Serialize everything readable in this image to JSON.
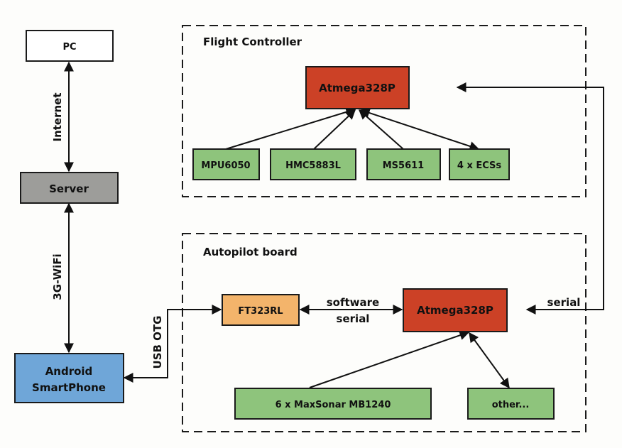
{
  "colors": {
    "pc": "#ffffff",
    "server": "#9d9d9a",
    "phone": "#6fa6d8",
    "mcu": "#cc4126",
    "ftdi": "#f3b46b",
    "sensor": "#8ec47c",
    "line": "#111111"
  },
  "groups": {
    "flight_controller": {
      "label": "Flight Controller"
    },
    "autopilot_board": {
      "label": "Autopilot board"
    }
  },
  "nodes": {
    "pc": {
      "label": "PC"
    },
    "server": {
      "label": "Server"
    },
    "phone": {
      "label_line1": "Android",
      "label_line2": "SmartPhone"
    },
    "fc_mcu": {
      "label": "Atmega328P"
    },
    "mpu6050": {
      "label": "MPU6050"
    },
    "hmc5883l": {
      "label": "HMC5883L"
    },
    "ms5611": {
      "label": "MS5611"
    },
    "escs": {
      "label": "4 x ECSs"
    },
    "ftdi": {
      "label": "FT323RL"
    },
    "ap_mcu": {
      "label": "Atmega328P"
    },
    "sonar": {
      "label": "6 x MaxSonar MB1240"
    },
    "other": {
      "label": "other..."
    }
  },
  "edges": {
    "internet": {
      "label": "Internet"
    },
    "wifi": {
      "label": "3G-WiFi"
    },
    "usb_otg": {
      "label": "USB OTG"
    },
    "software_serial": {
      "label_line1": "software",
      "label_line2": "serial"
    },
    "serial": {
      "label": "serial"
    }
  }
}
